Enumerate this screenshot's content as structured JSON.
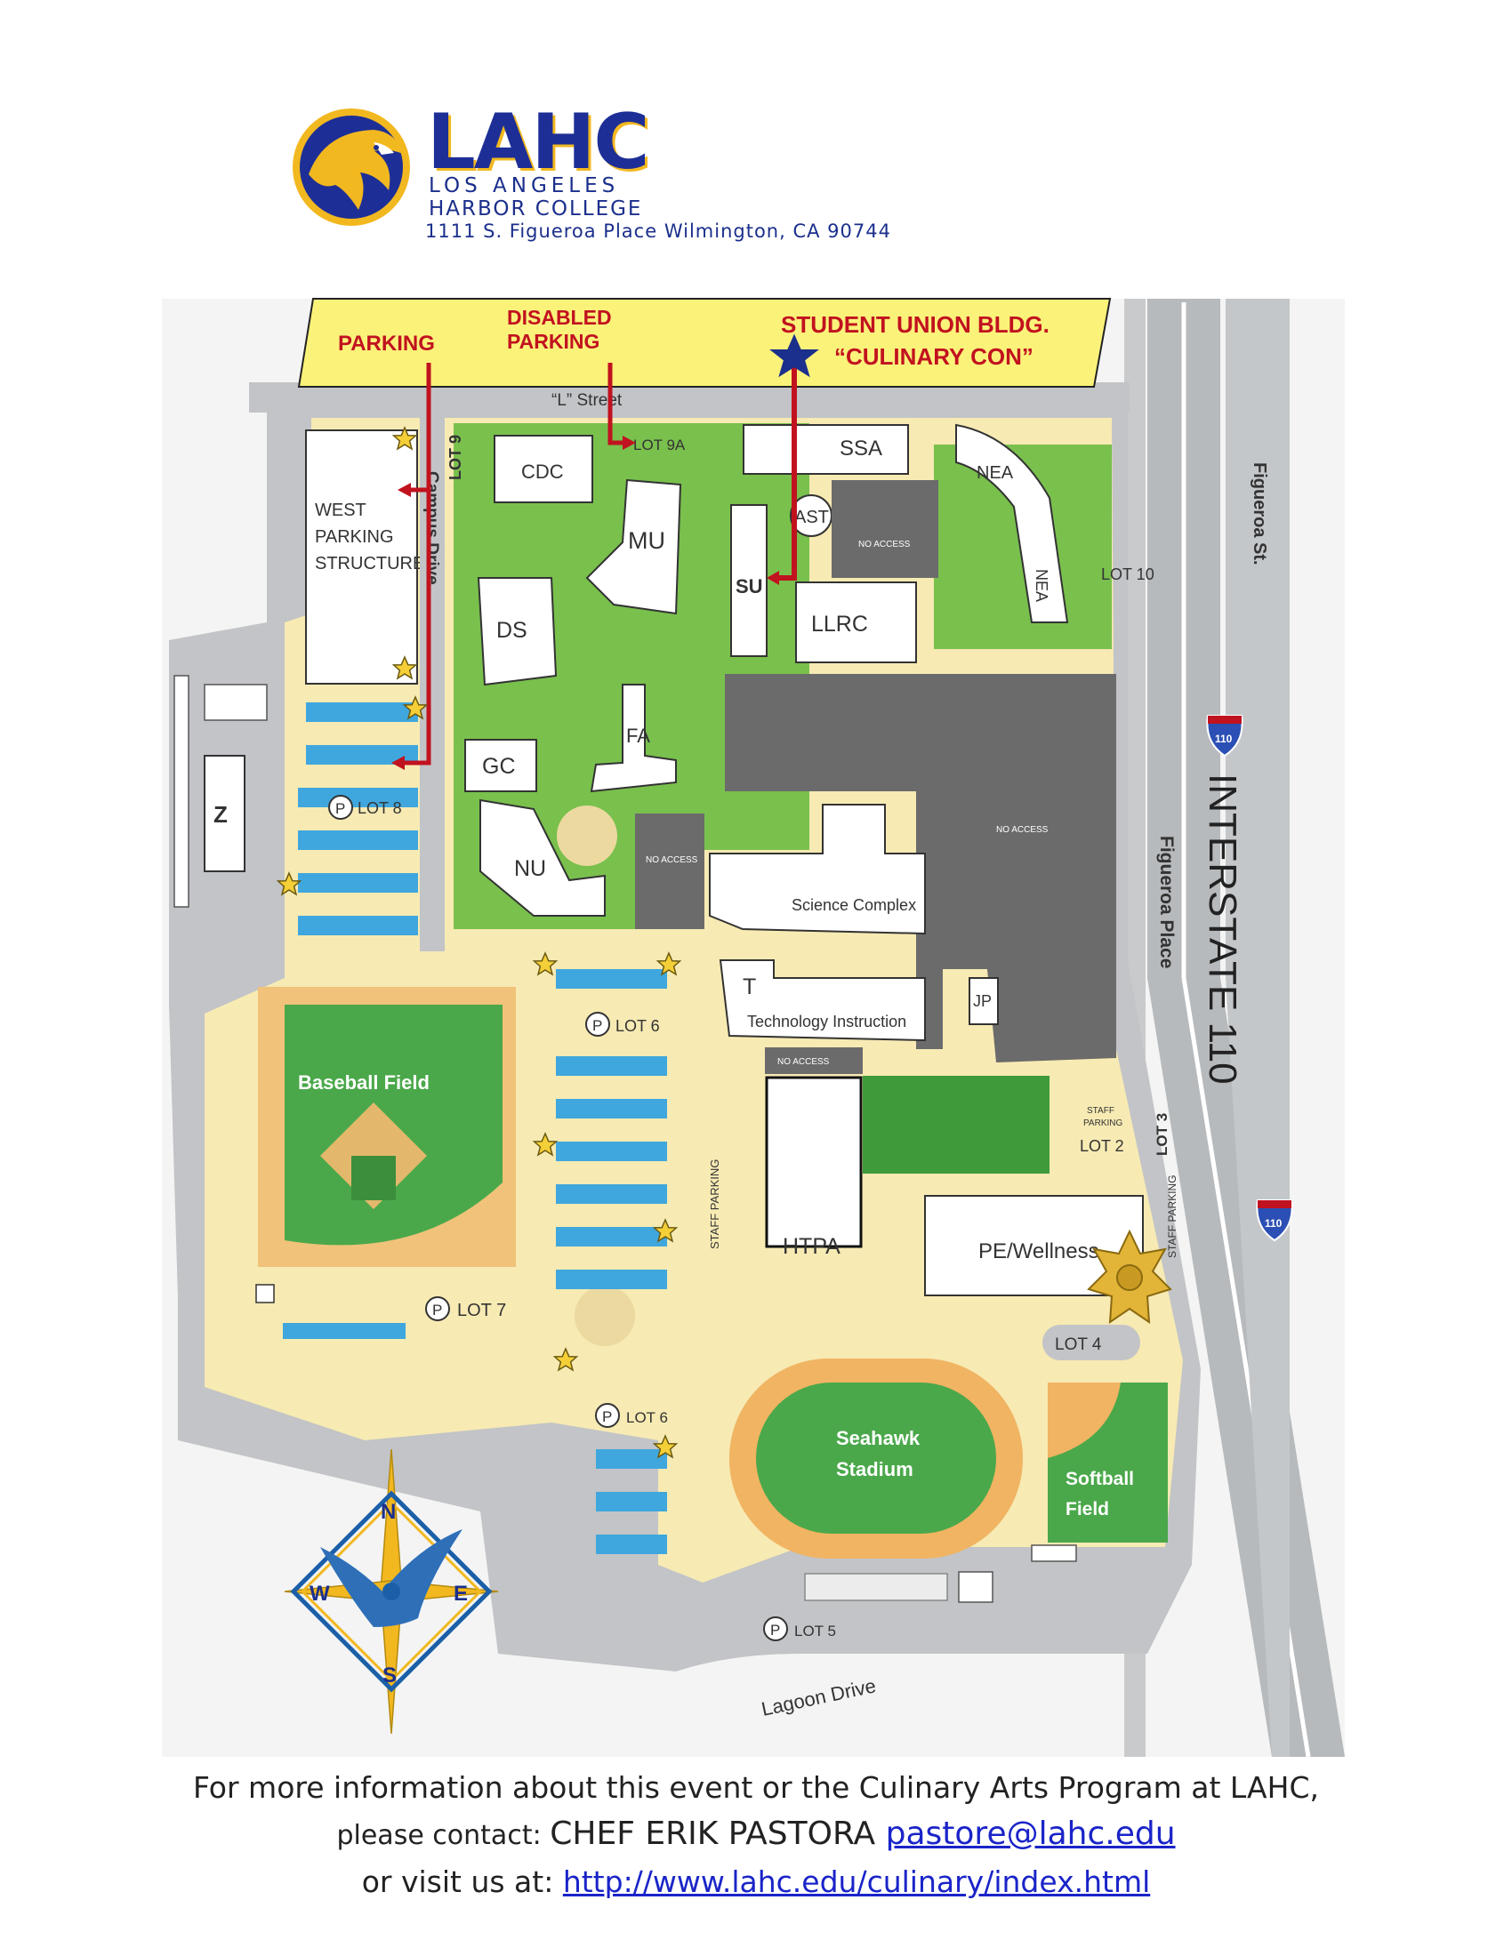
{
  "header": {
    "logo_word": "LAHC",
    "logo_line1": "LOS ANGELES",
    "logo_line2": "HARBOR COLLEGE",
    "address": "1111 S. Figueroa Place Wilmington, CA 90744"
  },
  "map": {
    "callouts": {
      "parking": "PARKING",
      "disabled_parking_1": "DISABLED",
      "disabled_parking_2": "PARKING",
      "student_union_1": "STUDENT UNION BLDG.",
      "student_union_2": "“CULINARY CON”"
    },
    "streets": {
      "l_street": "“L” Street",
      "campus_drive": "Campus Drive",
      "figueroa_st": "Figueroa St.",
      "figueroa_place": "Figueroa Place",
      "interstate": "INTERSTATE 110",
      "lagoon_drive": "Lagoon Drive",
      "shield": "110"
    },
    "buildings": {
      "cdc": "CDC",
      "mu": "MU",
      "ds": "DS",
      "gc": "GC",
      "fa": "FA",
      "nu": "NU",
      "z": "Z",
      "ssa": "SSA",
      "nea": "NEA",
      "nea2": "NEA",
      "ast": "AST",
      "su": "SU",
      "llrc": "LLRC",
      "science": "Science Complex",
      "t": "T",
      "tech": "Technology Instruction",
      "jp": "JP",
      "htpa": "HTPA",
      "pe": "PE/Wellness",
      "west_1": "WEST",
      "west_2": "PARKING",
      "west_3": "STRUCTURE",
      "no_access": "NO ACCESS"
    },
    "lots": {
      "lot9": "LOT 9",
      "lot9a": "LOT 9A",
      "lot8": "LOT 8",
      "lot6a": "LOT 6",
      "lot6b": "LOT 6",
      "lot7": "LOT 7",
      "lot5": "LOT 5",
      "lot4": "LOT 4",
      "lot3": "LOT 3",
      "lot2": "LOT 2",
      "lot10": "LOT 10",
      "staff_parking": "STAFF PARKING",
      "staff": "STAFF",
      "parking": "PARKING",
      "p": "P"
    },
    "fields": {
      "baseball": "Baseball Field",
      "stadium_1": "Seahawk",
      "stadium_2": "Stadium",
      "softball_1": "Softball",
      "softball_2": "Field"
    },
    "compass": {
      "n": "N",
      "s": "S",
      "e": "E",
      "w": "W"
    },
    "colors": {
      "ground": "#f7eab3",
      "green": "#6dbd45",
      "road": "#bcbfc3",
      "parking": "#3fa7dd",
      "gray_building": "#6b6b6b",
      "red": "#c1121f",
      "banner": "#fbf27a",
      "navy": "#1b2f8c"
    }
  },
  "footer": {
    "line1": "For more information about this event or the Culinary Arts Program at LAHC,",
    "line2_prefix": "please contact: ",
    "line2_name": "CHEF ERIK PASTORA",
    "email": "pastore@lahc.edu",
    "line3_prefix": "or visit us at: ",
    "url": "http://www.lahc.edu/culinary/index.html"
  }
}
